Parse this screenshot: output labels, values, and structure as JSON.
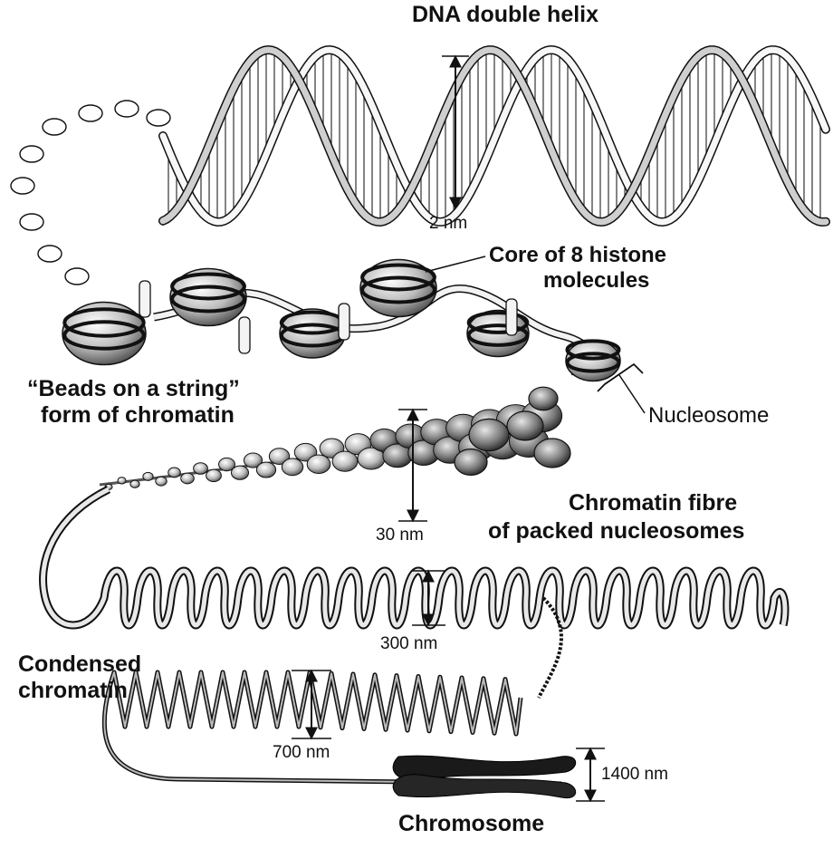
{
  "diagram": {
    "labels": {
      "dna_helix": "DNA double helix",
      "histone_core_line1": "Core of 8 histone",
      "histone_core_line2": "molecules",
      "beads_line1": "“Beads on a string”",
      "beads_line2": "form of chromatin",
      "nucleosome": "Nucleosome",
      "fibre_line1": "Chromatin fibre",
      "fibre_line2": "of packed nucleosomes",
      "condensed_line1": "Condensed",
      "condensed_line2": "chromatin",
      "chromosome": "Chromosome"
    },
    "measurements": {
      "dna_width": "2 nm",
      "fibre_width": "30 nm",
      "condensed_300": "300 nm",
      "condensed_700": "700 nm",
      "chromosome_width": "1400 nm"
    },
    "colors": {
      "ink": "#111111",
      "ribbon": "#f4f4f4",
      "shade": "#8a8a8a"
    }
  }
}
